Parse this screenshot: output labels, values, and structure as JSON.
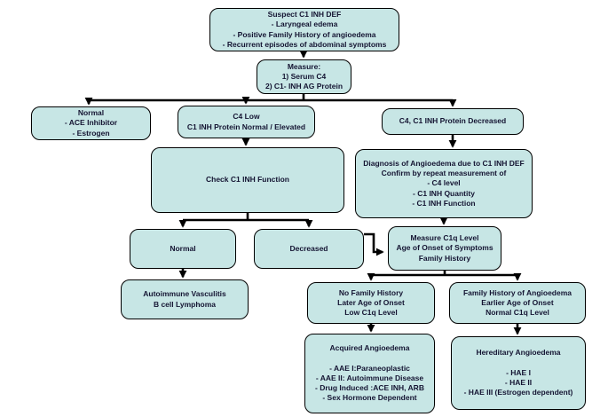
{
  "diagram": {
    "type": "flowchart",
    "colors": {
      "background": "#ffffff",
      "node_fill": "#c7e6e5",
      "node_border": "#000000",
      "arrow": "#000000",
      "text": "#141432"
    },
    "nodes": {
      "suspect": {
        "label": "Suspect C1 INH DEF\n- Laryngeal edema\n- Positive Family History of angioedema\n- Recurrent episodes of abdominal symptoms"
      },
      "measure": {
        "label": "Measure:\n1) Serum C4\n2) C1- INH AG Protein"
      },
      "normal_lab": {
        "label": "Normal\n- ACE Inhibitor\n- Estrogen"
      },
      "c4_low": {
        "label": "C4 Low\nC1 INH Protein Normal / Elevated"
      },
      "c4_c1_decreased": {
        "label": "C4, C1 INH Protein Decreased"
      },
      "check_function": {
        "label": "Check C1 INH Function"
      },
      "diagnosis": {
        "label": "Diagnosis of Angioedema due to C1 INH DEF\nConfirm by repeat measurement of\n- C4 level\n- C1 INH Quantity\n- C1 INH Function"
      },
      "function_normal": {
        "label": "Normal"
      },
      "function_decreased": {
        "label": "Decreased"
      },
      "measure_c1q": {
        "label": "Measure C1q Level\nAge of Onset of Symptoms\nFamily History"
      },
      "autoimmune": {
        "label": "Autoimmune Vasculitis\nB cell Lymphoma"
      },
      "no_family_history": {
        "label": "No Family History\nLater Age of Onset\nLow C1q Level"
      },
      "family_history": {
        "label": "Family History of Angioedema\nEarlier Age of Onset\nNormal C1q Level"
      },
      "acquired": {
        "label": "Acquired Angioedema\n\n- AAE I:Paraneoplastic\n- AAE II: Autoimmune Disease\n- Drug Induced :ACE INH, ARB\n- Sex Hormone Dependent"
      },
      "hereditary": {
        "label": "Hereditary Angioedema\n\n- HAE I\n- HAE II\n- HAE III (Estrogen dependent)"
      }
    }
  }
}
